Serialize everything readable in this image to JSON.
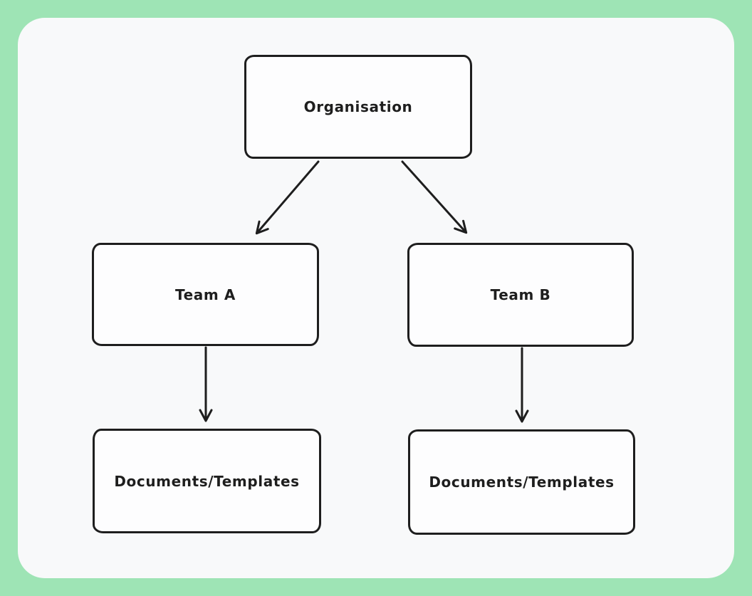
{
  "diagram": {
    "type": "flowchart",
    "style": "hand-drawn",
    "nodes": [
      {
        "id": "organisation",
        "label": "Organisation"
      },
      {
        "id": "team-a",
        "label": "Team A"
      },
      {
        "id": "team-b",
        "label": "Team B"
      },
      {
        "id": "docs-a",
        "label": "Documents/Templates"
      },
      {
        "id": "docs-b",
        "label": "Documents/Templates"
      }
    ],
    "edges": [
      {
        "from": "organisation",
        "to": "team-a",
        "arrowhead": "arrow"
      },
      {
        "from": "organisation",
        "to": "team-b",
        "arrowhead": "arrow"
      },
      {
        "from": "team-a",
        "to": "docs-a",
        "arrowhead": "arrow"
      },
      {
        "from": "team-b",
        "to": "docs-b",
        "arrowhead": "arrow"
      }
    ],
    "colors": {
      "frame_background": "#9ee4b5",
      "canvas_background": "#f8f9fa",
      "stroke": "#1e1e1e",
      "node_fill": "#fdfdfe"
    }
  }
}
